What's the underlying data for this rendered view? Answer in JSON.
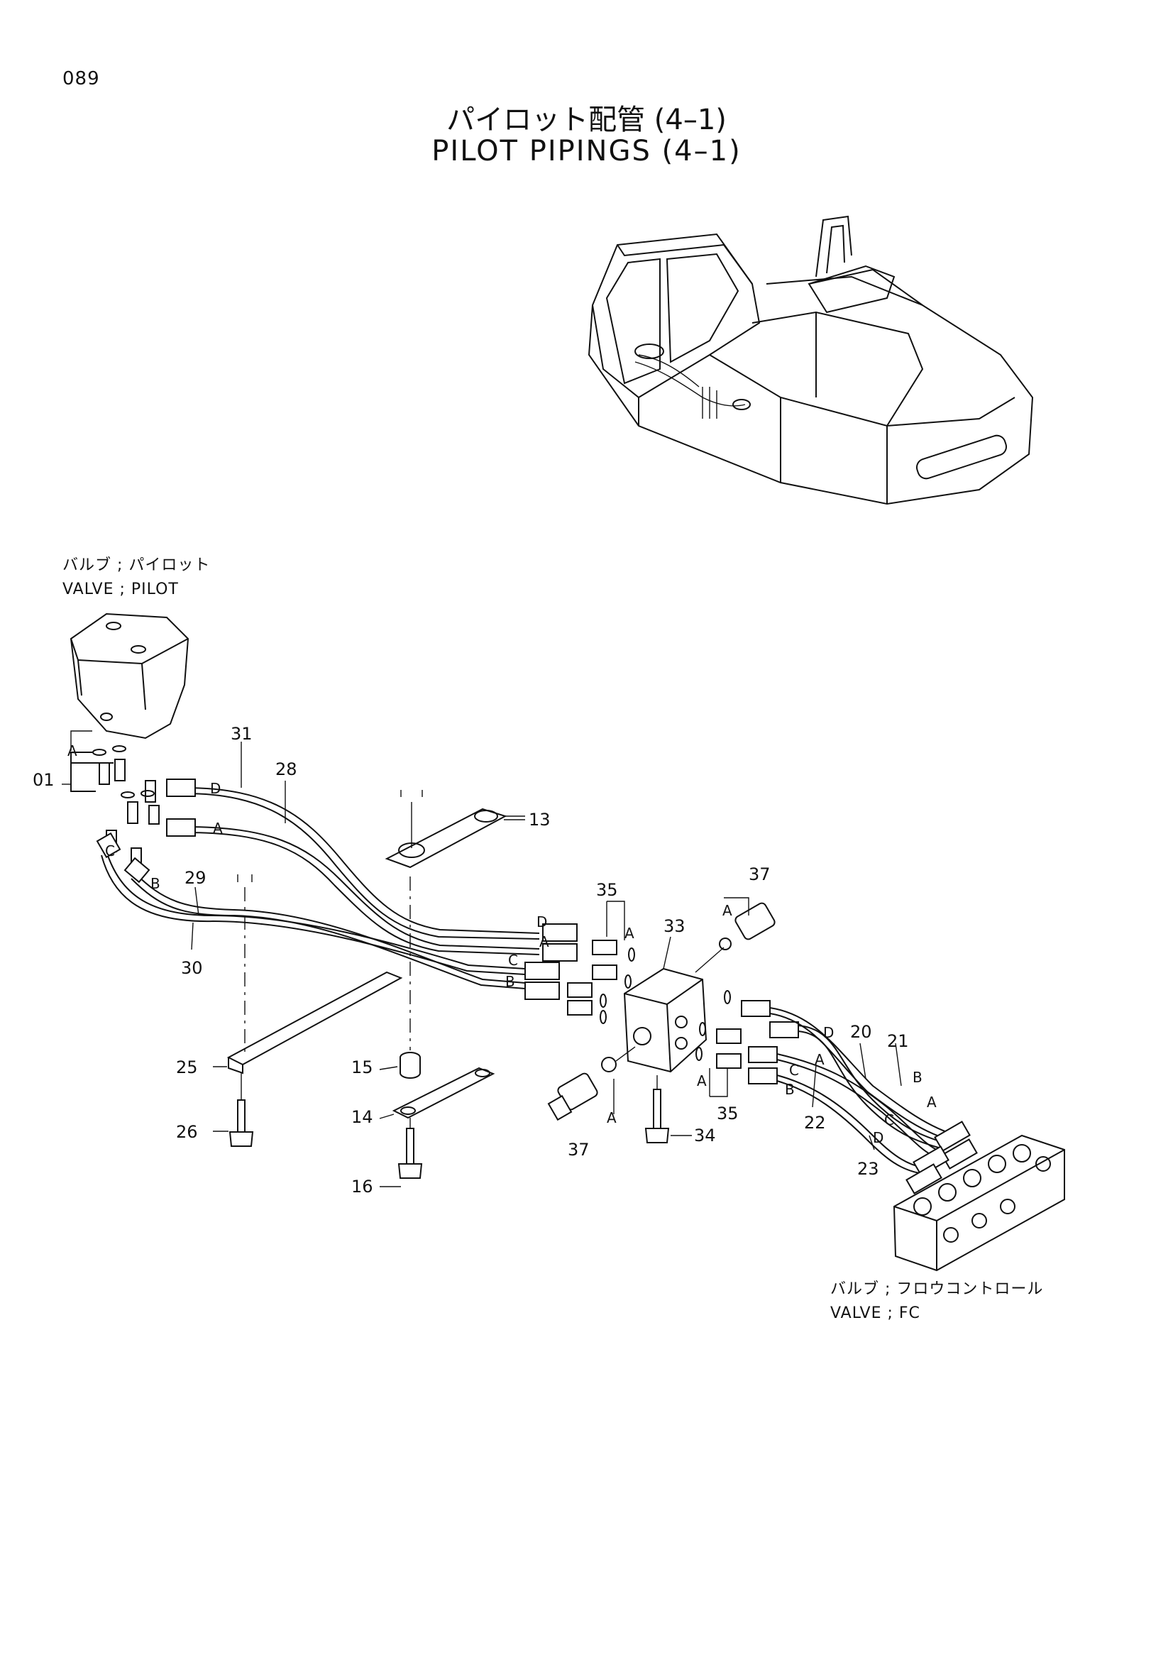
{
  "page_number": "089",
  "title_jp": "パイロット配管 (4–1)",
  "title_en": "PILOT PIPINGS (4–1)",
  "captions": {
    "pilot_valve_jp": "バルブ ; パイロット",
    "pilot_valve_en": "VALVE ; PILOT",
    "fc_valve_jp": "バルブ ; フロウコントロール",
    "fc_valve_en": "VALVE ; FC"
  },
  "part_numbers": {
    "p01": "01",
    "p13": "13",
    "p14": "14",
    "p15": "15",
    "p16": "16",
    "p20": "20",
    "p21": "21",
    "p22": "22",
    "p23": "23",
    "p25": "25",
    "p26": "26",
    "p28": "28",
    "p29": "29",
    "p30": "30",
    "p31": "31",
    "p33": "33",
    "p34": "34",
    "p35a": "35",
    "p35b": "35",
    "p37a": "37",
    "p37b": "37"
  },
  "ports": {
    "a": "A",
    "b": "B",
    "c": "C",
    "d": "D"
  }
}
